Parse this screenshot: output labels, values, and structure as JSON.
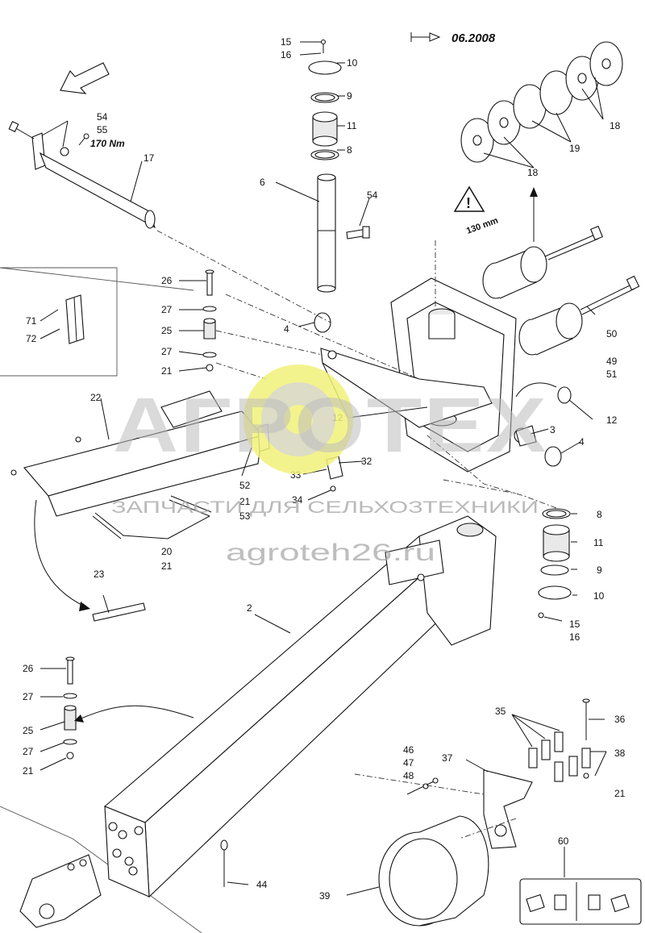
{
  "header": {
    "date_marker": "06.2008",
    "torque": "170 Nm",
    "dimension": "130 mm"
  },
  "watermark": {
    "brand": "АГРОТЕХ",
    "tagline": "ЗАПЧАСТИ ДЛЯ СЕЛЬХОЗТЕХНИКИ",
    "site": "agroteh26.ru"
  },
  "callouts": [
    "15",
    "16",
    "10",
    "9",
    "11",
    "8",
    "6",
    "54",
    "54",
    "55",
    "17",
    "18",
    "19",
    "18",
    "26",
    "27",
    "25",
    "27",
    "21",
    "71",
    "72",
    "22",
    "12",
    "4",
    "3",
    "4",
    "50",
    "49",
    "51",
    "12",
    "33",
    "32",
    "34",
    "52",
    "21",
    "53",
    "20",
    "21",
    "8",
    "11",
    "9",
    "10",
    "15",
    "16",
    "23",
    "2",
    "26",
    "27",
    "25",
    "27",
    "21",
    "35",
    "36",
    "38",
    "21",
    "46",
    "47",
    "48",
    "37",
    "44",
    "39",
    "60"
  ],
  "colors": {
    "ink": "#111111",
    "watermark_gray": "#bdbdbd",
    "watermark_gear": "#f2f27a"
  }
}
